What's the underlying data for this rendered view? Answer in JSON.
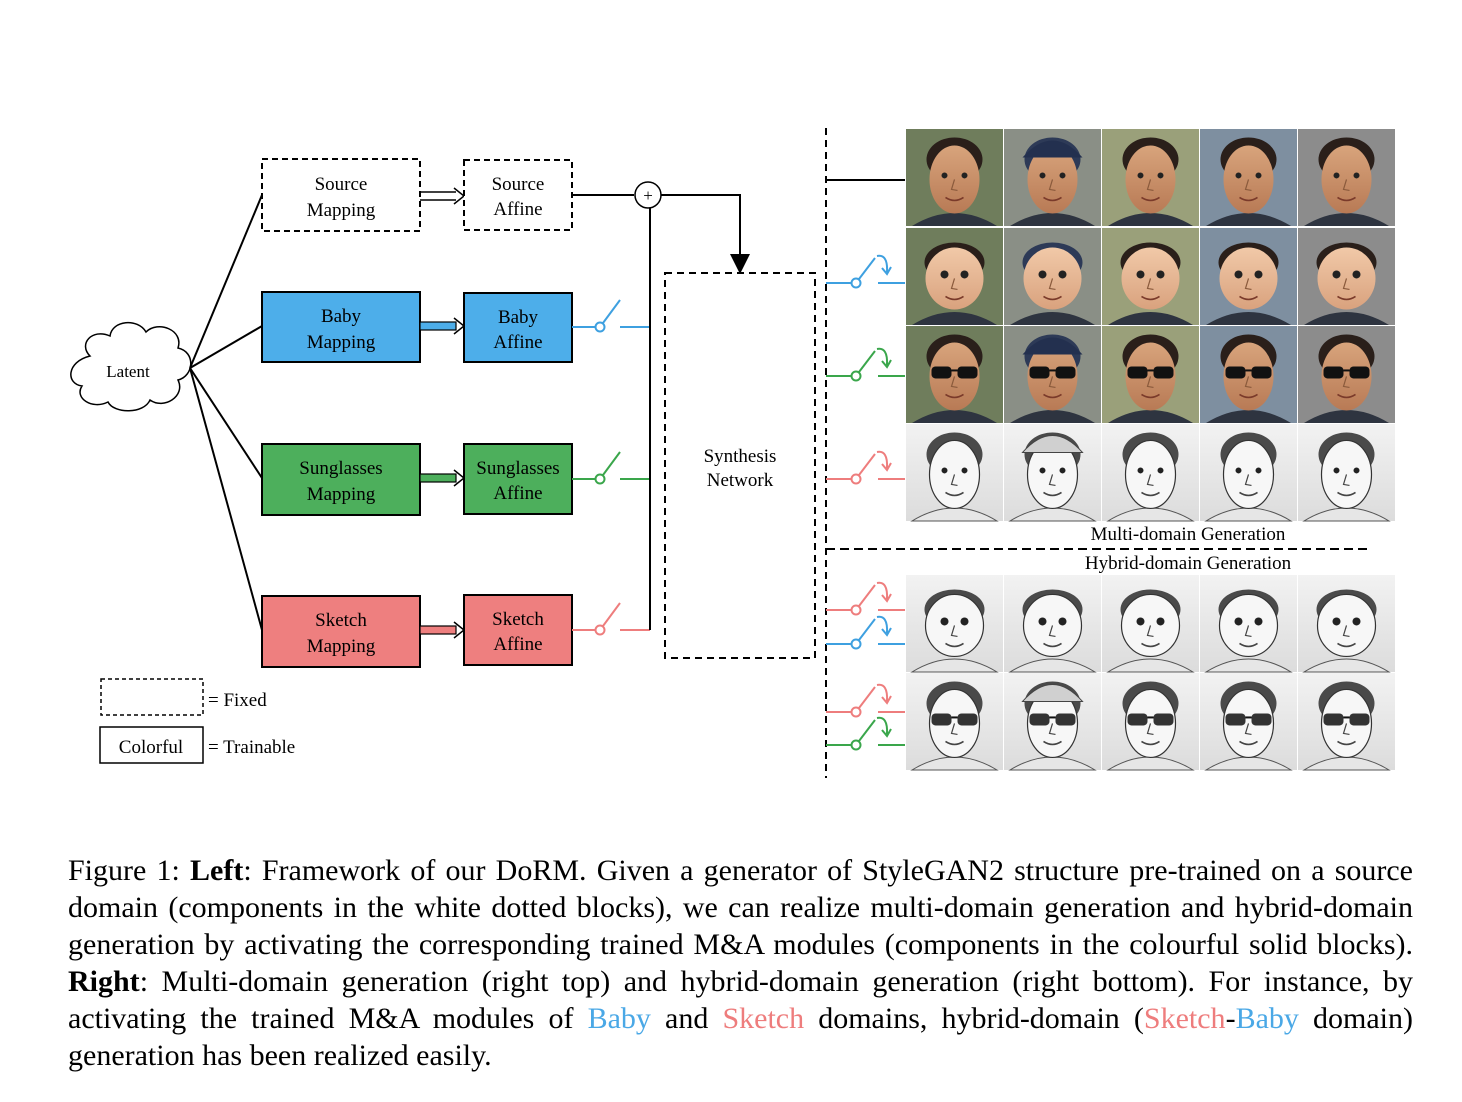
{
  "figure": {
    "latent": "Latent",
    "blocks": {
      "source": {
        "mapping": [
          "Source",
          "Mapping"
        ],
        "affine": [
          "Source",
          "Affine"
        ],
        "fill": "#ffffff"
      },
      "baby": {
        "mapping": [
          "Baby",
          "Mapping"
        ],
        "affine": [
          "Baby",
          "Affine"
        ],
        "fill": "#4daeea"
      },
      "sunglasses": {
        "mapping": [
          "Sunglasses",
          "Mapping"
        ],
        "affine": [
          "Sunglasses",
          "Affine"
        ],
        "fill": "#4daf5c"
      },
      "sketch": {
        "mapping": [
          "Sketch",
          "Mapping"
        ],
        "affine": [
          "Sketch",
          "Affine"
        ],
        "fill": "#ee7f7f"
      }
    },
    "switch_colors": {
      "baby": "#3ea0e0",
      "sunglasses": "#3aa64b",
      "sketch": "#ee7d7d"
    },
    "plus": "+",
    "synthesis": [
      "Synthesis",
      "Network"
    ],
    "legend": {
      "fixed": "= Fixed",
      "trainable_box": "Colorful",
      "trainable": "= Trainable"
    },
    "multi_label": "Multi-domain Generation",
    "hybrid_label": "Hybrid-domain Generation",
    "grid_rows": [
      "source",
      "baby",
      "sunglasses",
      "sketch",
      "sketch-baby",
      "sketch-sunglasses"
    ]
  },
  "caption": {
    "figure_label": "Figure 1:",
    "left_label": "Left",
    "left_text": ": Framework of our DoRM. Given a generator of StyleGAN2 structure pre-trained on a source domain (components in the white dotted blocks), we can realize multi-domain generation and hybrid-domain generation by activating the corresponding trained M&A modules (components in the colourful solid blocks). ",
    "right_label": "Right",
    "right_text": ": Multi-domain generation (right top) and hybrid-domain generation (right bottom). For instance, by activating the trained M&A modules of ",
    "baby_word": "Baby",
    "and_word": " and ",
    "sketch_word": "Sketch",
    "domains_text": " domains, hybrid-domain (",
    "sketch_word2": "Sketch",
    "dash": "-",
    "baby_word2": "Baby",
    "end_text": " domain) generation has been realized easily."
  }
}
